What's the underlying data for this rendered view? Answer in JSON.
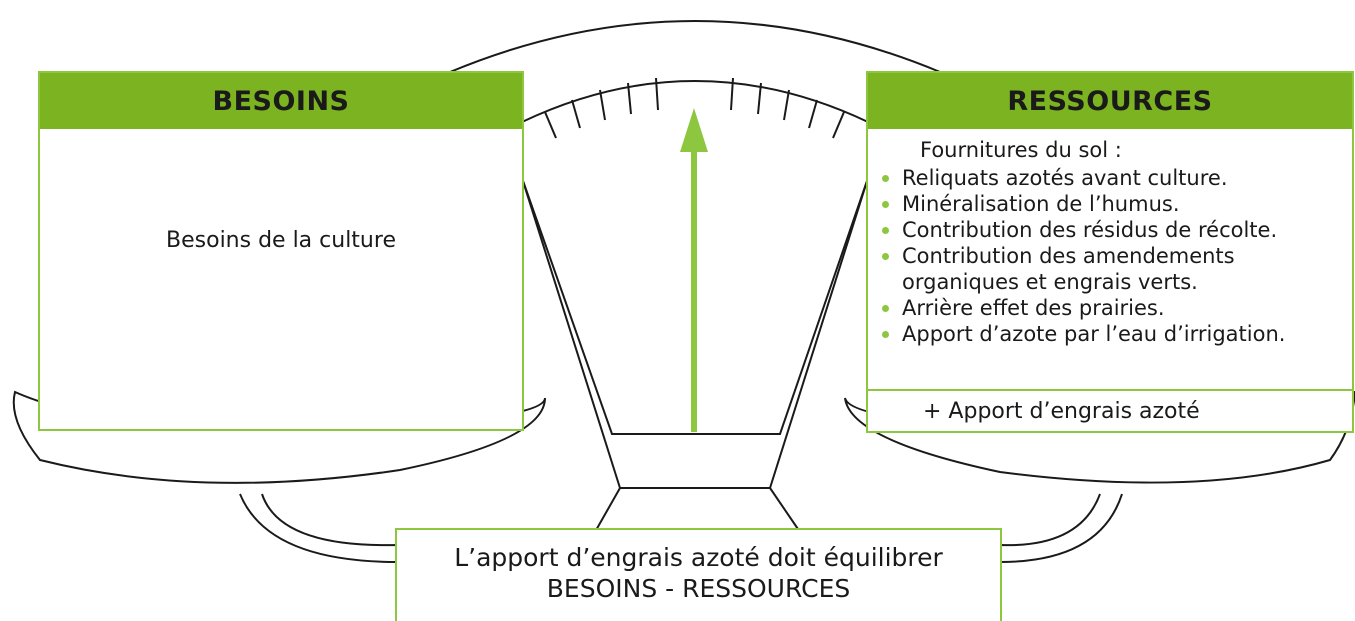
{
  "besoins": {
    "title": "BESOINS",
    "text": "Besoins de la culture"
  },
  "ressources": {
    "title": "RESSOURCES",
    "subtitle": "Fournitures du sol :",
    "items": [
      "Reliquats azotés avant culture.",
      "Minéralisation de l’humus.",
      "Contribution des résidus de récolte.",
      "Contribution des amendements organiques et engrais verts.",
      "Arrière effet des prairies.",
      "Apport d’azote par l’eau d’irrigation."
    ],
    "footer": "+ Apport d’engrais azoté"
  },
  "caption": {
    "line1": "L’apport d’engrais azoté doit équilibrer",
    "line2": "BESOINS - RESSOURCES"
  },
  "colors": {
    "header_green": "#7cb320",
    "border_green": "#8dc63f",
    "needle_green": "#8dc63f"
  }
}
